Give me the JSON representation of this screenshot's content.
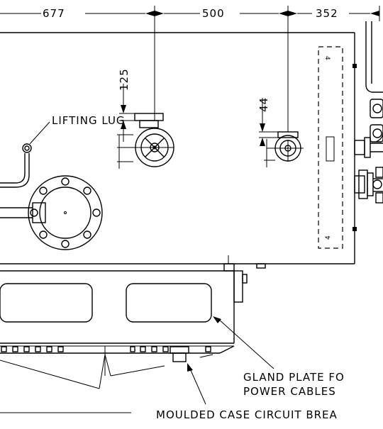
{
  "dimensions": {
    "d1": "677",
    "d2": "500",
    "d3": "352",
    "v1": "125",
    "v2": "44"
  },
  "labels": {
    "lifting_lug": "LIFTING LUG",
    "gland_plate_line1": "GLAND PLATE FO",
    "gland_plate_line2": "POWER CABLES",
    "mccb": "MOULDED CASE CIRCUIT BREA"
  }
}
